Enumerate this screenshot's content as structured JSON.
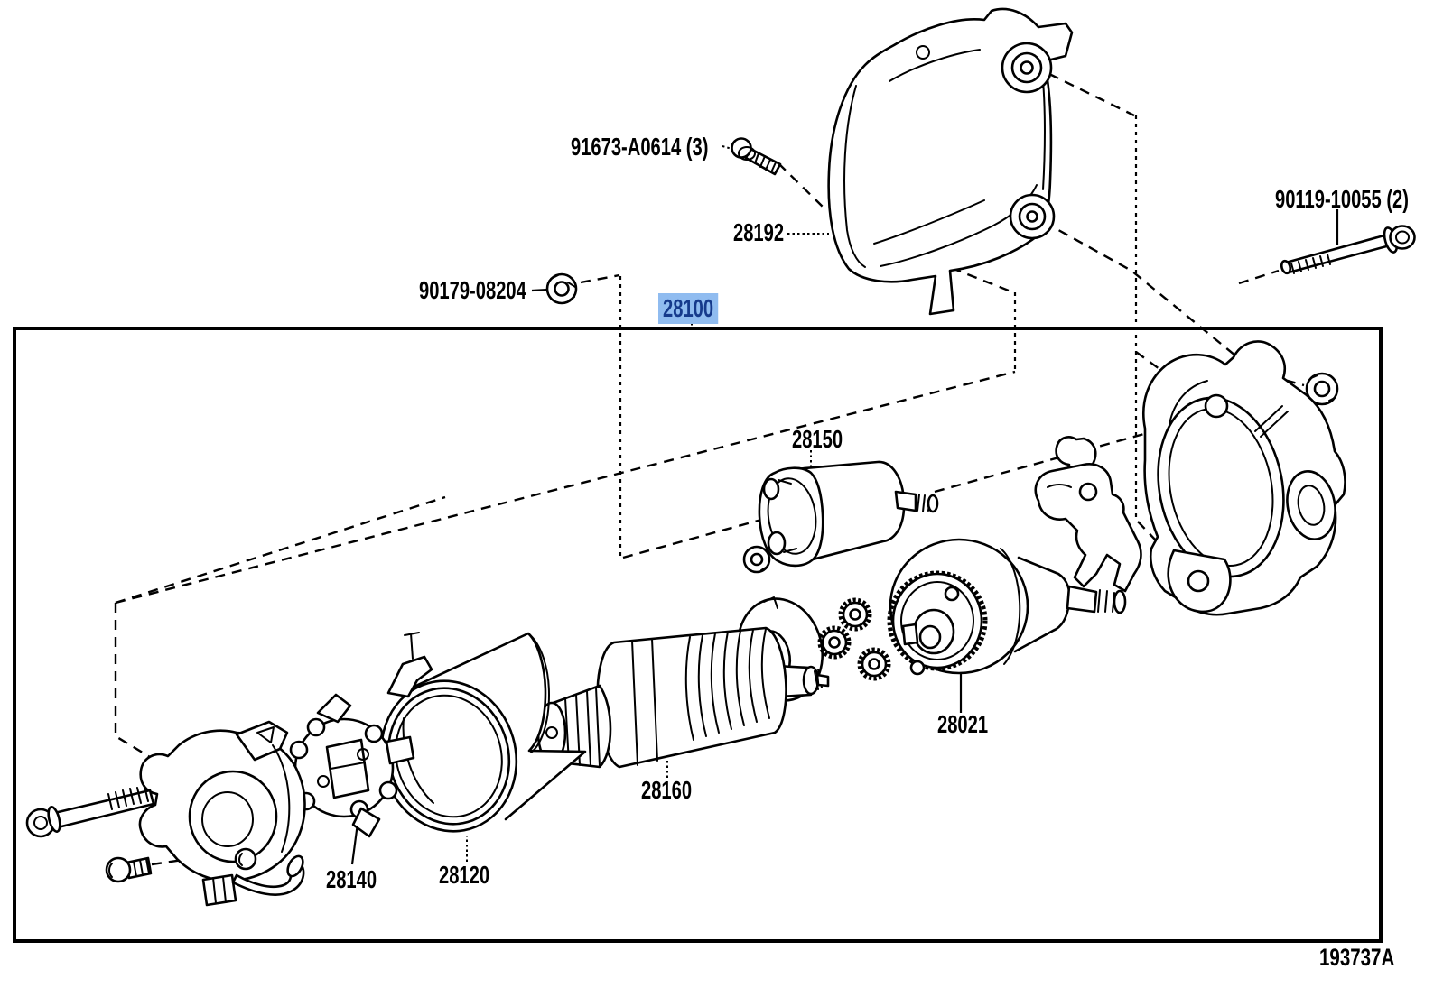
{
  "diagram": {
    "figure_code": "193737A",
    "highlight": {
      "background": "#90BCF0",
      "text_color": "#163A8C"
    },
    "labels": [
      {
        "part_no": "91673-A0614 (3)",
        "text": "91673-A0614 (3)",
        "highlighted": false
      },
      {
        "part_no": "28192",
        "text": "28192",
        "highlighted": false
      },
      {
        "part_no": "90119-10055 (2)",
        "text": "90119-10055 (2)",
        "highlighted": false
      },
      {
        "part_no": "90179-08204",
        "text": "90179-08204",
        "highlighted": false
      },
      {
        "part_no": "28100",
        "text": "28100",
        "highlighted": true
      },
      {
        "part_no": "28150",
        "text": "28150",
        "highlighted": false
      },
      {
        "part_no": "28021",
        "text": "28021",
        "highlighted": false
      },
      {
        "part_no": "28160",
        "text": "28160",
        "highlighted": false
      },
      {
        "part_no": "28140",
        "text": "28140",
        "highlighted": false
      },
      {
        "part_no": "28120",
        "text": "28120",
        "highlighted": false
      }
    ]
  }
}
